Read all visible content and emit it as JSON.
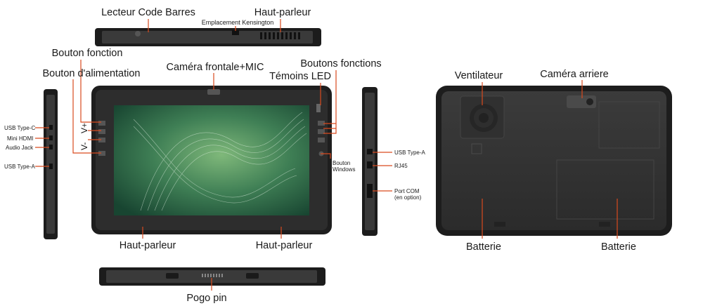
{
  "labels": {
    "barcode_reader": "Lecteur Code Barres",
    "top_speaker": "Haut-parleur",
    "kensington": "Emplacement Kensington",
    "function_button": "Bouton fonction",
    "power_button": "Bouton d'alimentation",
    "front_camera_mic": "Caméra frontale+MIC",
    "function_buttons": "Boutons fonctions",
    "led_indicators": "Témoins LED",
    "fan": "Ventilateur",
    "rear_camera": "Caméra arriere",
    "usb_type_c": "USB Type-C",
    "mini_hdmi": "Mini HDMI",
    "audio_jack": "Audio Jack",
    "usb_type_a_left": "USB Type-A",
    "v_plus": "V+",
    "v_minus": "V-",
    "windows_button_line1": "Bouton",
    "windows_button_line2": "Windows",
    "usb_type_a_right": "USB Type-A",
    "rj45": "RJ45",
    "com_port_line1": "Port COM",
    "com_port_line2": "(en option)",
    "bottom_speaker_left": "Haut-parleur",
    "bottom_speaker_right": "Haut-parleur",
    "battery_left": "Batterie",
    "battery_right": "Batterie",
    "pogo_pin": "Pogo pin"
  },
  "colors": {
    "leader_line": "#d94a1e",
    "device_body": "#2a2a2a",
    "screen_green": "#2f6b45"
  }
}
